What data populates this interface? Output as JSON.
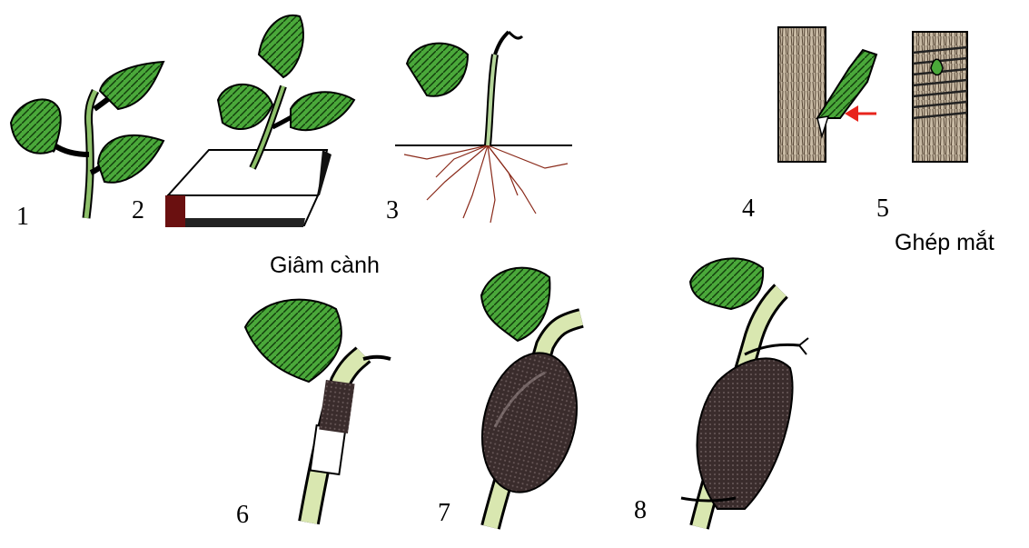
{
  "labels": {
    "n1": "1",
    "n2": "2",
    "n3": "3",
    "n4": "4",
    "n5": "5",
    "n6": "6",
    "n7": "7",
    "n8": "8"
  },
  "captions": {
    "cutting": "Giâm cành",
    "grafting": "Ghép mắt"
  },
  "colors": {
    "leaf": "#3a9a2a",
    "leaf_dark": "#0f3d0a",
    "stem": "#6f9e4a",
    "soil": "#8a2a1a",
    "arrow": "#e8241c",
    "bark": "#b0a08a"
  }
}
